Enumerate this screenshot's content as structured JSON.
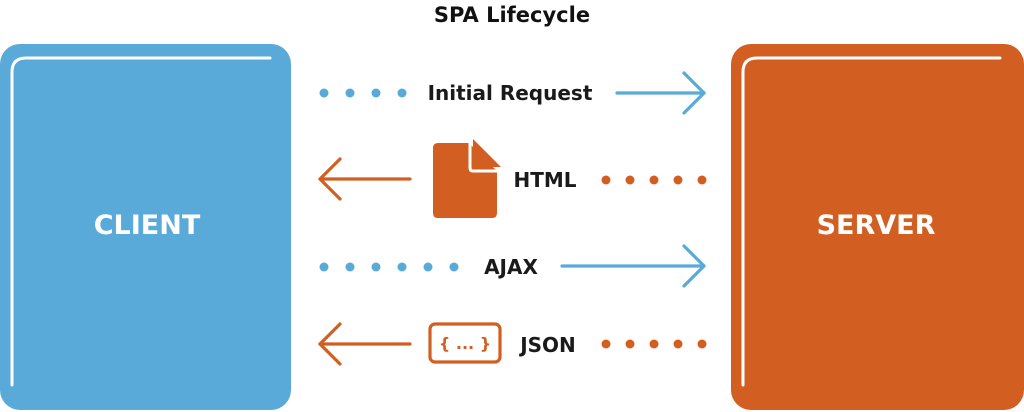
{
  "title": "SPA Lifecycle",
  "client": {
    "label": "CLIENT"
  },
  "server": {
    "label": "SERVER"
  },
  "messages": [
    {
      "label": "Initial Request",
      "direction": "client-to-server"
    },
    {
      "label": "HTML",
      "direction": "server-to-client",
      "icon": "document-icon"
    },
    {
      "label": "AJAX",
      "direction": "client-to-server"
    },
    {
      "label": "JSON",
      "direction": "server-to-client",
      "icon": "braces-icon",
      "icon_text": "{ ... }"
    }
  ],
  "colors": {
    "client": "#59A9D9",
    "server": "#D25F21",
    "text": "#1a1a1a",
    "title": "#111111"
  }
}
